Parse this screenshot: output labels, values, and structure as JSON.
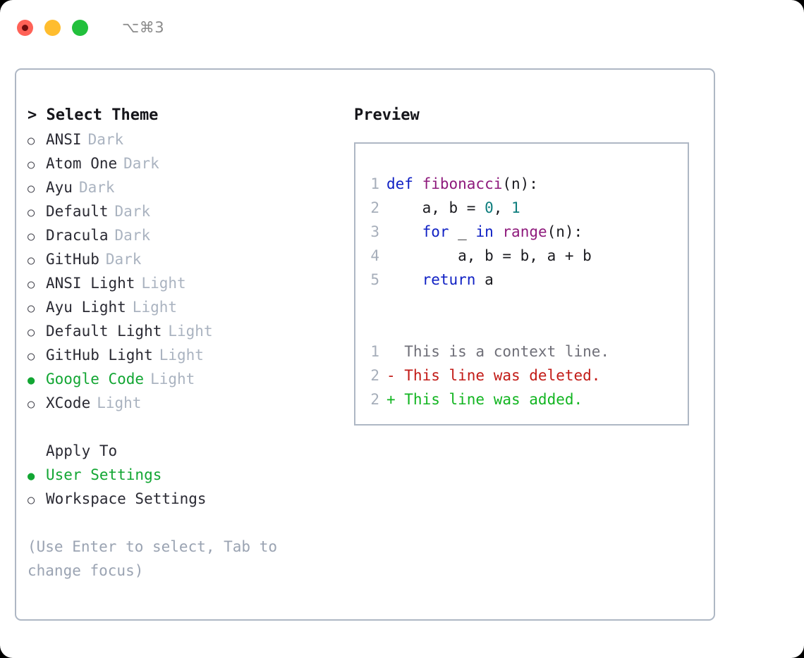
{
  "titlebar": {
    "shortcut": "⌥⌘3",
    "lights": [
      {
        "name": "close",
        "color": "#ff6257"
      },
      {
        "name": "minimize",
        "color": "#ffbd2e"
      },
      {
        "name": "maximize",
        "color": "#22c03c"
      }
    ]
  },
  "theme_panel": {
    "header": "> Select Theme",
    "options": [
      {
        "marker": "○",
        "selected": false,
        "name": "ANSI",
        "variant": "Dark"
      },
      {
        "marker": "○",
        "selected": false,
        "name": "Atom One",
        "variant": "Dark"
      },
      {
        "marker": "○",
        "selected": false,
        "name": "Ayu",
        "variant": "Dark"
      },
      {
        "marker": "○",
        "selected": false,
        "name": "Default",
        "variant": "Dark"
      },
      {
        "marker": "○",
        "selected": false,
        "name": "Dracula",
        "variant": "Dark"
      },
      {
        "marker": "○",
        "selected": false,
        "name": "GitHub",
        "variant": "Dark"
      },
      {
        "marker": "○",
        "selected": false,
        "name": "ANSI Light",
        "variant": "Light"
      },
      {
        "marker": "○",
        "selected": false,
        "name": "Ayu Light",
        "variant": "Light"
      },
      {
        "marker": "○",
        "selected": false,
        "name": "Default Light",
        "variant": "Light"
      },
      {
        "marker": "○",
        "selected": false,
        "name": "GitHub Light",
        "variant": "Light"
      },
      {
        "marker": "●",
        "selected": true,
        "name": "Google Code",
        "variant": "Light"
      },
      {
        "marker": "○",
        "selected": false,
        "name": "XCode",
        "variant": "Light"
      }
    ]
  },
  "apply_to": {
    "header": "Apply To",
    "options": [
      {
        "marker": "●",
        "selected": true,
        "name": "User Settings"
      },
      {
        "marker": "○",
        "selected": false,
        "name": "Workspace Settings"
      }
    ]
  },
  "help": {
    "text": "(Use Enter to select, Tab to\nchange focus)"
  },
  "preview": {
    "title": "Preview",
    "code_lines": [
      {
        "no": "1",
        "tokens": [
          {
            "t": "def ",
            "c": "kw"
          },
          {
            "t": "fibonacci",
            "c": "fn"
          },
          {
            "t": "(n):",
            "c": "plain"
          }
        ]
      },
      {
        "no": "2",
        "tokens": [
          {
            "t": "    a, b = ",
            "c": "plain"
          },
          {
            "t": "0",
            "c": "num"
          },
          {
            "t": ", ",
            "c": "plain"
          },
          {
            "t": "1",
            "c": "num"
          }
        ]
      },
      {
        "no": "3",
        "tokens": [
          {
            "t": "    ",
            "c": "plain"
          },
          {
            "t": "for",
            "c": "kw"
          },
          {
            "t": " _ ",
            "c": "plain"
          },
          {
            "t": "in",
            "c": "kw"
          },
          {
            "t": " ",
            "c": "plain"
          },
          {
            "t": "range",
            "c": "fn"
          },
          {
            "t": "(n):",
            "c": "plain"
          }
        ]
      },
      {
        "no": "4",
        "tokens": [
          {
            "t": "        a, b = b, a + b",
            "c": "plain"
          }
        ]
      },
      {
        "no": "5",
        "tokens": [
          {
            "t": "    ",
            "c": "plain"
          },
          {
            "t": "return",
            "c": "kw"
          },
          {
            "t": " a",
            "c": "plain"
          }
        ]
      }
    ],
    "diff_lines": [
      {
        "no": "1",
        "kind": "ctx",
        "text": "  This is a context line."
      },
      {
        "no": "2",
        "kind": "del",
        "text": "- This line was deleted."
      },
      {
        "no": "2",
        "kind": "add",
        "text": "+ This line was added."
      }
    ]
  },
  "colors": {
    "accent_green": "#12a633",
    "border": "#aeb7c4",
    "muted": "#aab3c0",
    "keyword": "#1021c4",
    "function": "#8e1a7c",
    "number": "#0d7d7d",
    "diff_delete": "#c21b17",
    "diff_add": "#12b521",
    "diff_context": "#6f6f78"
  }
}
